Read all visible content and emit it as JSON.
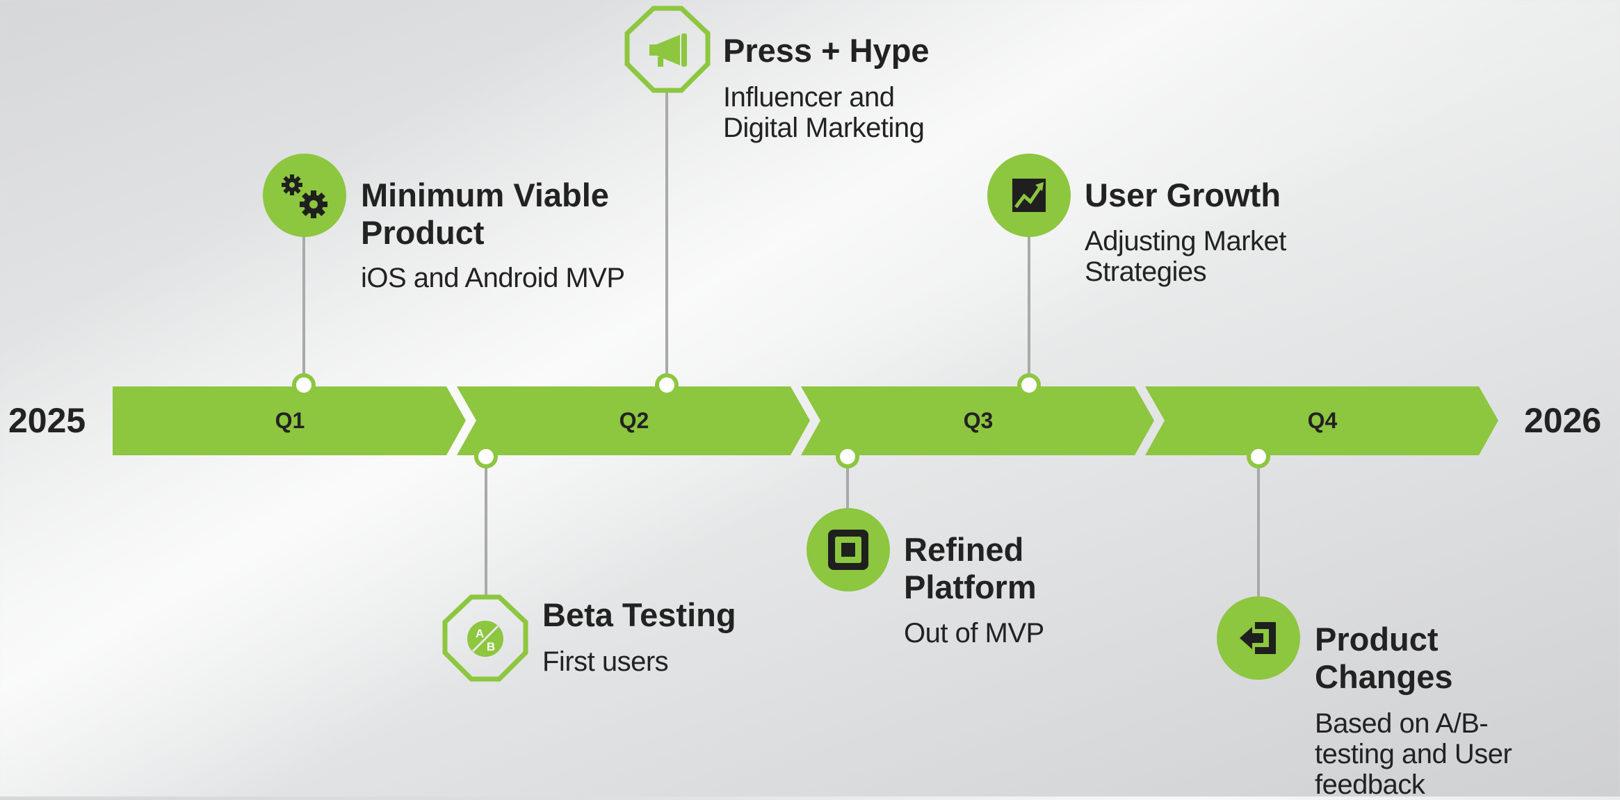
{
  "timeline": {
    "start_year": "2025",
    "end_year": "2026",
    "quarters": [
      "Q1",
      "Q2",
      "Q3",
      "Q4"
    ],
    "accent_color": "#8dc63f"
  },
  "milestones": [
    {
      "title": "Minimum Viable Product",
      "subtitle": "iOS and Android MVP",
      "icon": "gears-icon",
      "quarter": "Q1"
    },
    {
      "title": "Beta Testing",
      "subtitle": "First users",
      "icon": "ab-test-icon",
      "quarter": "Q2"
    },
    {
      "title": "Press + Hype",
      "subtitle": "Influencer and Digital Marketing",
      "icon": "megaphone-icon",
      "quarter": "Q2"
    },
    {
      "title": "Refined Platform",
      "subtitle": "Out of MVP",
      "icon": "square-target-icon",
      "quarter": "Q3"
    },
    {
      "title": "User Growth",
      "subtitle": "Adjusting Market Strategies",
      "icon": "growth-chart-icon",
      "quarter": "Q3"
    },
    {
      "title": "Product Changes",
      "subtitle": "Based on A/B-testing and User feedback",
      "icon": "exchange-arrows-icon",
      "quarter": "Q4"
    }
  ]
}
